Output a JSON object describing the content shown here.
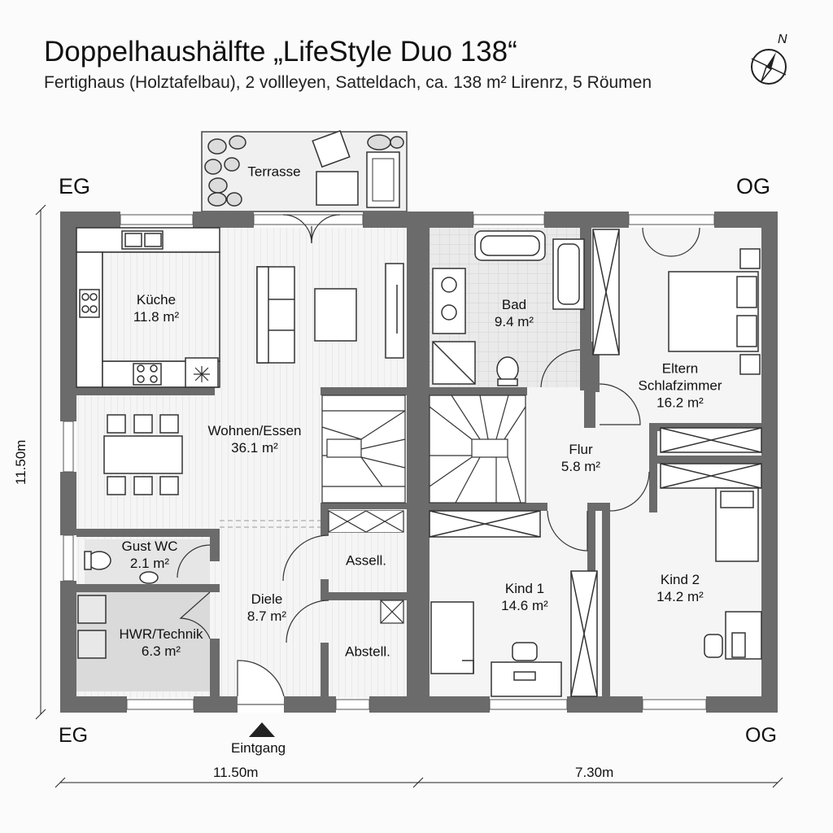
{
  "header": {
    "title": "Doppelhaushälfte „LifeStyle Duo 138“",
    "subtitle": "Fertighaus (Holztafelbau), 2 vollleyen, Satteldach, ca. 138 m² Lirenrz, 5 Röumen"
  },
  "compass": {
    "label": "N"
  },
  "levels": {
    "eg_top": "EG",
    "og_top": "OG",
    "eg_bottom": "EG",
    "og_bottom": "OG"
  },
  "rooms": {
    "terrasse": {
      "name": "Terrasse"
    },
    "kueche": {
      "name": "Küche",
      "area": "11.8 m²"
    },
    "wohnen": {
      "name": "Wohnen/Essen",
      "area": "36.1 m²"
    },
    "gastwc": {
      "name": "Gust WC",
      "area": "2.1 m²"
    },
    "hwr": {
      "name": "HWR/Technik",
      "area": "6.3 m²"
    },
    "diele": {
      "name": "Diele",
      "area": "8.7 m²"
    },
    "assell": {
      "name": "Assell."
    },
    "abstell": {
      "name": "Abstell."
    },
    "bad": {
      "name": "Bad",
      "area": "9.4 m²"
    },
    "eltern": {
      "name": "Eltern",
      "name2": "Schlafzimmer",
      "area": "16.2 m²"
    },
    "flur": {
      "name": "Flur",
      "area": "5.8 m²"
    },
    "kind1": {
      "name": "Kind 1",
      "area": "14.6 m²"
    },
    "kind2": {
      "name": "Kind 2",
      "area": "14.2 m²"
    }
  },
  "entrance": {
    "label": "Eintgang"
  },
  "dimensions": {
    "height": "11.50m",
    "width_eg": "11.50m",
    "width_og": "7.30m"
  },
  "colors": {
    "wall": "#6b6b6b",
    "bath_tile": "#e6e6e6",
    "utility": "#dcdcdc",
    "floor_wood": "#ececec",
    "line": "#222222"
  }
}
